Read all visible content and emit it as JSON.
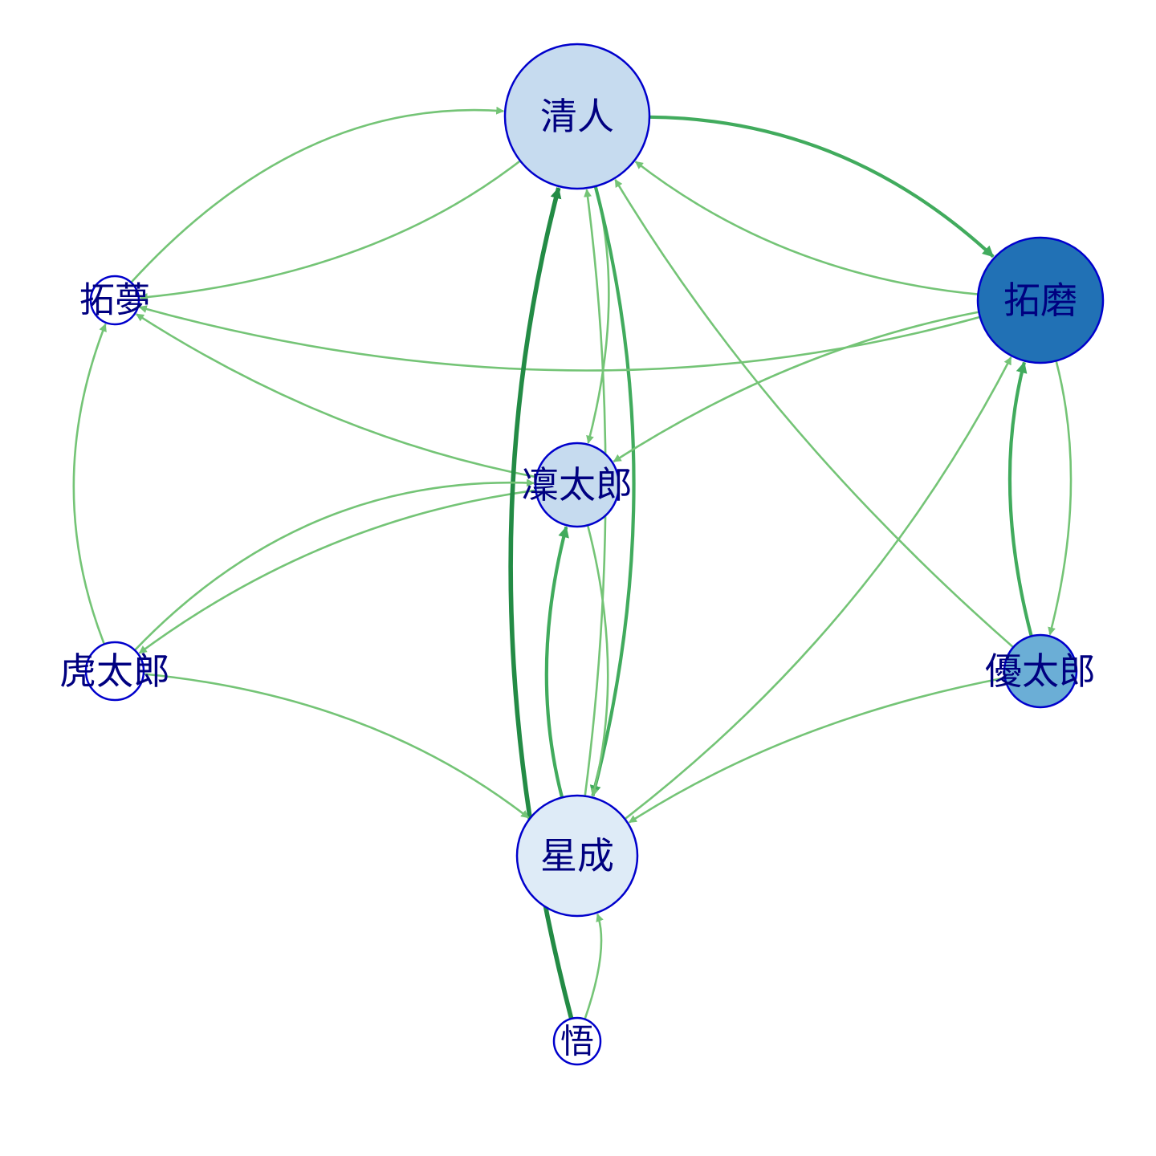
{
  "colors": {
    "edge_light": "#74c476",
    "edge_mid": "#41ab5d",
    "edge_dark": "#238b45",
    "node_border": "#0000cc",
    "label_dark": "#000080",
    "label_light": "#ffffff"
  },
  "nodes": [
    {
      "id": "kiyoto",
      "label": "清人",
      "fill": "#c6dbef",
      "label_color": "#000080"
    },
    {
      "id": "takuma",
      "label": "拓磨",
      "fill": "#2171b5",
      "label_color": "#ffffff"
    },
    {
      "id": "yutaro",
      "label": "優太郎",
      "fill": "#6baed6",
      "label_color": "#000080"
    },
    {
      "id": "seina",
      "label": "星成",
      "fill": "#deebf7",
      "label_color": "#000080"
    },
    {
      "id": "satoru",
      "label": "悟",
      "fill": "#ffffff",
      "label_color": "#000080"
    },
    {
      "id": "kotaro",
      "label": "虎太郎",
      "fill": "#ffffff",
      "label_color": "#000080"
    },
    {
      "id": "takumu",
      "label": "拓夢",
      "fill": "#ffffff",
      "label_color": "#000080"
    },
    {
      "id": "rintaro",
      "label": "凜太郎",
      "fill": "#c6dbef",
      "label_color": "#000080"
    }
  ],
  "edges": [
    {
      "from": "kiyoto",
      "to": "takuma",
      "weight": "mid"
    },
    {
      "from": "kiyoto",
      "to": "rintaro",
      "weight": "light"
    },
    {
      "from": "kiyoto",
      "to": "seina",
      "weight": "mid"
    },
    {
      "from": "kiyoto",
      "to": "takumu",
      "weight": "light"
    },
    {
      "from": "takuma",
      "to": "kiyoto",
      "weight": "light"
    },
    {
      "from": "takuma",
      "to": "yutaro",
      "weight": "light"
    },
    {
      "from": "takuma",
      "to": "rintaro",
      "weight": "light"
    },
    {
      "from": "takuma",
      "to": "takumu",
      "weight": "light"
    },
    {
      "from": "yutaro",
      "to": "takuma",
      "weight": "mid"
    },
    {
      "from": "yutaro",
      "to": "kiyoto",
      "weight": "light"
    },
    {
      "from": "yutaro",
      "to": "seina",
      "weight": "light"
    },
    {
      "from": "seina",
      "to": "rintaro",
      "weight": "mid"
    },
    {
      "from": "seina",
      "to": "takuma",
      "weight": "light"
    },
    {
      "from": "seina",
      "to": "kiyoto",
      "weight": "light"
    },
    {
      "from": "rintaro",
      "to": "seina",
      "weight": "light"
    },
    {
      "from": "rintaro",
      "to": "takumu",
      "weight": "light"
    },
    {
      "from": "rintaro",
      "to": "kotaro",
      "weight": "light"
    },
    {
      "from": "satoru",
      "to": "kiyoto",
      "weight": "dark"
    },
    {
      "from": "satoru",
      "to": "seina",
      "weight": "light"
    },
    {
      "from": "kotaro",
      "to": "takumu",
      "weight": "light"
    },
    {
      "from": "kotaro",
      "to": "rintaro",
      "weight": "light"
    },
    {
      "from": "kotaro",
      "to": "seina",
      "weight": "light"
    },
    {
      "from": "takumu",
      "to": "kiyoto",
      "weight": "light"
    }
  ]
}
